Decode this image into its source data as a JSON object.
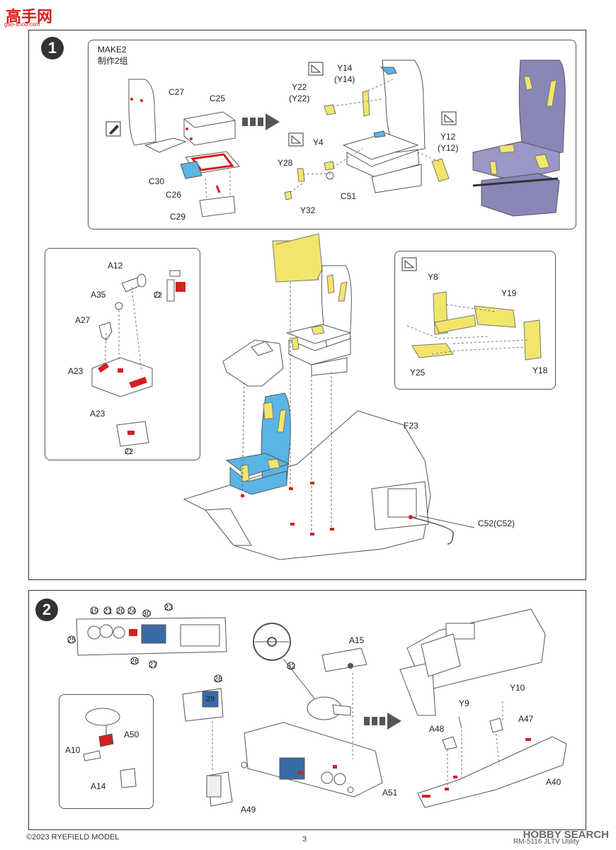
{
  "brand": {
    "logo_text": "高手网",
    "logo_url": "gao-shou.com"
  },
  "step1": {
    "number": "1",
    "make_note": "MAKE2",
    "make_note_cn": "制作2组",
    "labels": {
      "c27": "C27",
      "c25": "C25",
      "c30": "C30",
      "c26": "C26",
      "c29": "C29",
      "y14": "Y14",
      "y14b": "(Y14)",
      "y22": "Y22",
      "y22b": "(Y22)",
      "y4": "Y4",
      "y28": "Y28",
      "y32": "Y32",
      "c51": "C51",
      "y12": "Y12",
      "y12b": "(Y12)",
      "a12": "A12",
      "a35": "A35",
      "a27": "A27",
      "a23a": "A23",
      "a23b": "A23",
      "y8": "Y8",
      "y19": "Y19",
      "y25": "Y25",
      "y18": "Y18",
      "f23": "F23",
      "c52": "C52(C52)"
    },
    "decals": {
      "d22a": "22",
      "d22b": "22"
    }
  },
  "step2": {
    "number": "2",
    "labels": {
      "a15": "A15",
      "a50": "A50",
      "a10": "A10",
      "a14": "A14",
      "a49": "A49",
      "a51": "A51",
      "y10": "Y10",
      "y9": "Y9",
      "a48": "A48",
      "a47": "A47",
      "a40": "A40"
    },
    "decals": {
      "d19": "19",
      "d21": "21",
      "d20": "20",
      "d24": "24",
      "d30": "30",
      "d23": "23",
      "d25": "25",
      "d26": "26",
      "d28": "28",
      "d27": "27",
      "d32": "32",
      "d29": "29"
    }
  },
  "footer": {
    "copyright": "©2023 RYEFIELD MODEL",
    "page_number": "3",
    "model_code": "RM-5116 JLTV Utility",
    "watermark": "HOBBY SEARCH"
  },
  "colors": {
    "yellow_part": "#f2e66a",
    "blue_part": "#5ab4e6",
    "red_mark": "#d42020",
    "seat_render": "#8a86b8",
    "line": "#444444"
  }
}
